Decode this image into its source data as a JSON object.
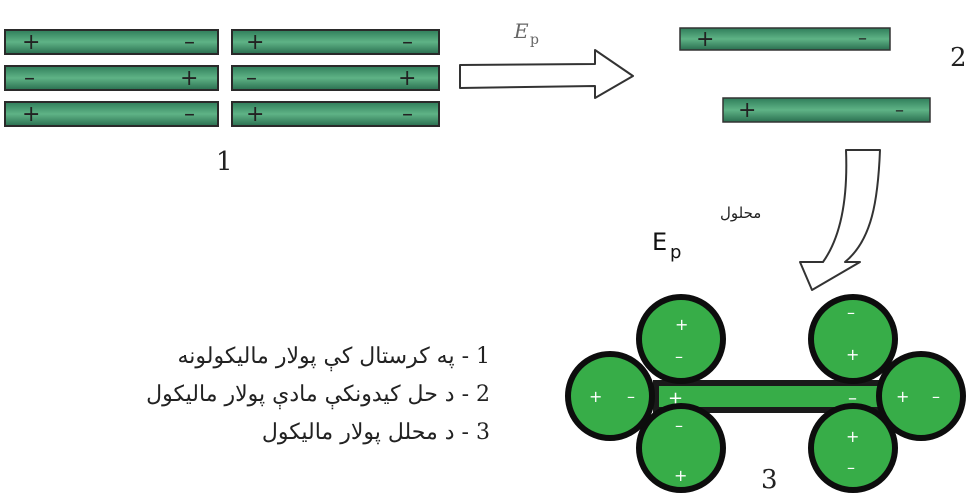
{
  "labels": {
    "field_top": "E",
    "field_top_sub": "p",
    "field_side": "E",
    "field_side_sub": "p",
    "solvent": "محلول",
    "panel1": "1",
    "panel2": "2",
    "panel3": "3"
  },
  "legend": {
    "item1": "1 - په کرستال کې پولار ماليکولونه",
    "item2": "2 - د حل کيدونکې مادې پولار ماليکول",
    "item3": "3 - د محلل پولار ماليکول"
  },
  "signs": {
    "plus": "+",
    "minus": "–"
  },
  "colors": {
    "bar_green": "#3f9b6e",
    "solvent_green": "#37ad48",
    "outline": "#1a1a1a"
  }
}
